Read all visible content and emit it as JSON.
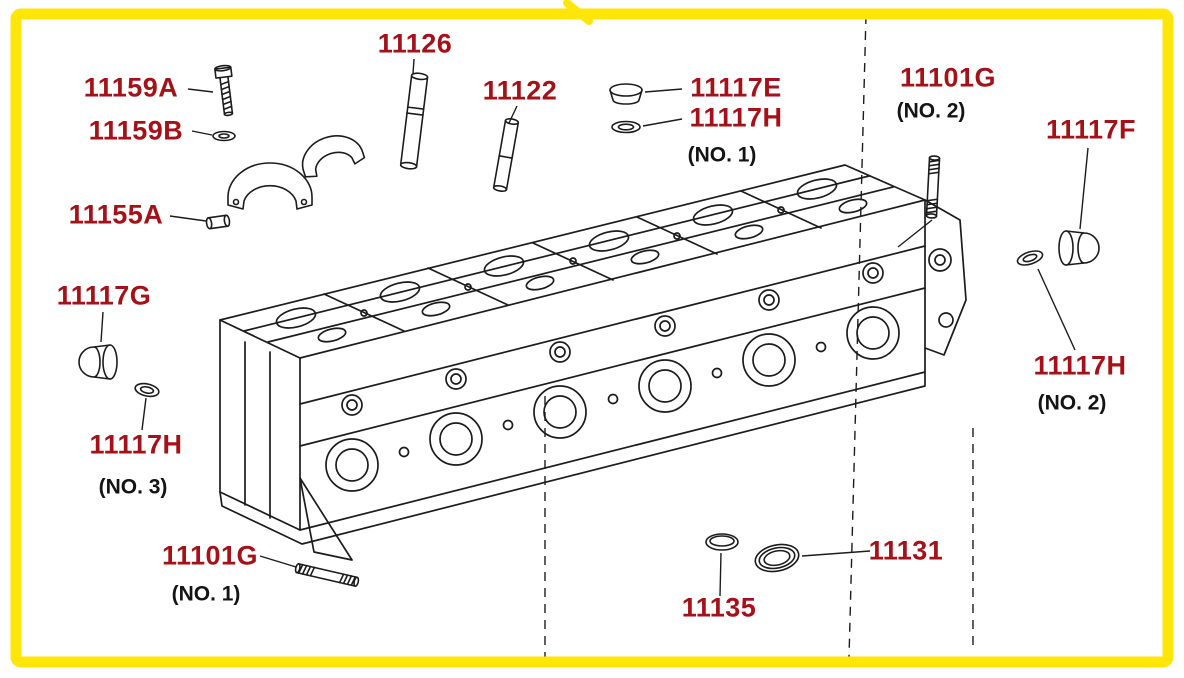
{
  "diagram_type": "exploded-parts-diagram-cylinder-head",
  "colors": {
    "part_number": "#a31219",
    "note": "#141414",
    "line": "#1c1c1c",
    "highlight_border": "#ffe50a",
    "background": "#ffffff"
  },
  "labels": {
    "l11126": {
      "text": "11126"
    },
    "l11159A": {
      "text": "11159A"
    },
    "l11159B": {
      "text": "11159B"
    },
    "l11155A": {
      "text": "11155A"
    },
    "l11122": {
      "text": "11122"
    },
    "l11117E": {
      "text": "11117E"
    },
    "l11117H1": {
      "text": "11117H",
      "note": "(NO. 1)"
    },
    "l11101G2": {
      "text": "11101G",
      "note": "(NO. 2)"
    },
    "l11117F": {
      "text": "11117F"
    },
    "l11117G": {
      "text": "11117G"
    },
    "l11117H3": {
      "text": "11117H",
      "note": "(NO. 3)"
    },
    "l11117H2": {
      "text": "11117H",
      "note": "(NO. 2)"
    },
    "l11101G1": {
      "text": "11101G",
      "note": "(NO. 1)"
    },
    "l11131": {
      "text": "11131"
    },
    "l11135": {
      "text": "11135"
    }
  }
}
